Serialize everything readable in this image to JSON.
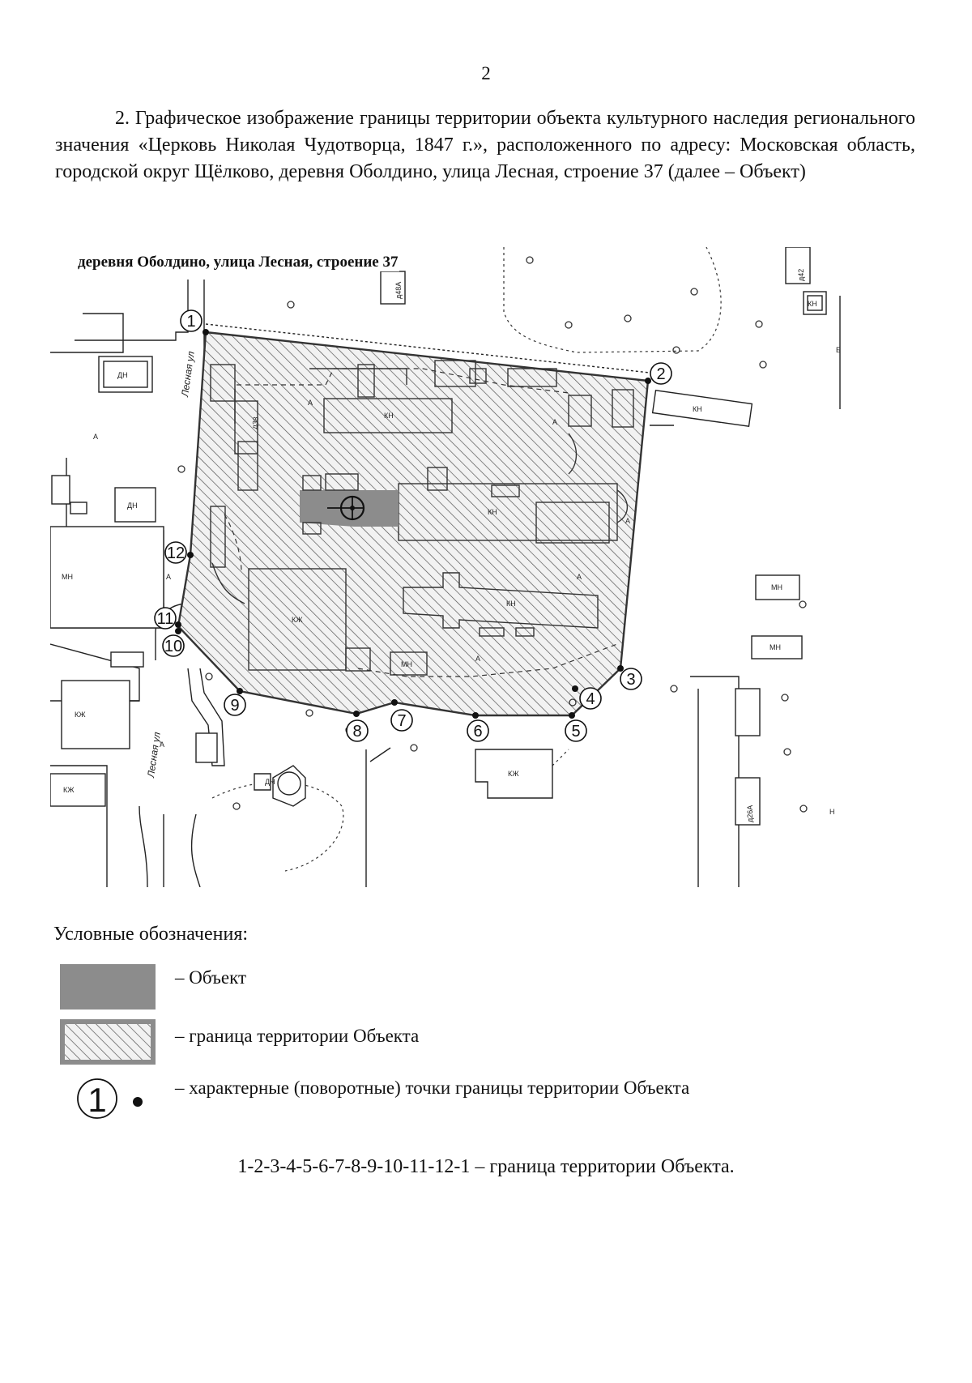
{
  "page_number": "2",
  "intro_text": "2. Графическое изображение границы территории объекта культурного наследия регионального значения «Церковь Николая Чудотворца, 1847 г.», расположенного по адресу: Московская область, городской округ Щёлково, деревня Оболдино, улица Лесная, строение 37 (далее – Объект)",
  "map": {
    "caption": "деревня Оболдино, улица Лесная, строение 37",
    "street_label": "Лесная ул",
    "object_color": "#8c8c8c",
    "boundary_points": [
      "1",
      "2",
      "3",
      "4",
      "5",
      "6",
      "7",
      "8",
      "9",
      "10",
      "11",
      "12"
    ],
    "building_labels": {
      "kn": "КН",
      "mn": "МН",
      "kzh": "КЖ",
      "dn": "ДН",
      "a": "А",
      "b": "Б",
      "h": "Н",
      "n48a": "д48А",
      "n42": "д42",
      "n26a": "д26А",
      "n38": "д38"
    }
  },
  "legend": {
    "title": "Условные обозначения:",
    "items": [
      {
        "symbol": "object-fill",
        "text": "– Объект"
      },
      {
        "symbol": "hatched-territory",
        "text": "– граница территории Объекта"
      },
      {
        "symbol": "numbered-point",
        "number": "1",
        "text": "– характерные (поворотные) точки границы территории Объекта"
      }
    ]
  },
  "boundary_sequence": "1-2-3-4-5-6-7-8-9-10-11-12-1 – граница территории Объекта."
}
